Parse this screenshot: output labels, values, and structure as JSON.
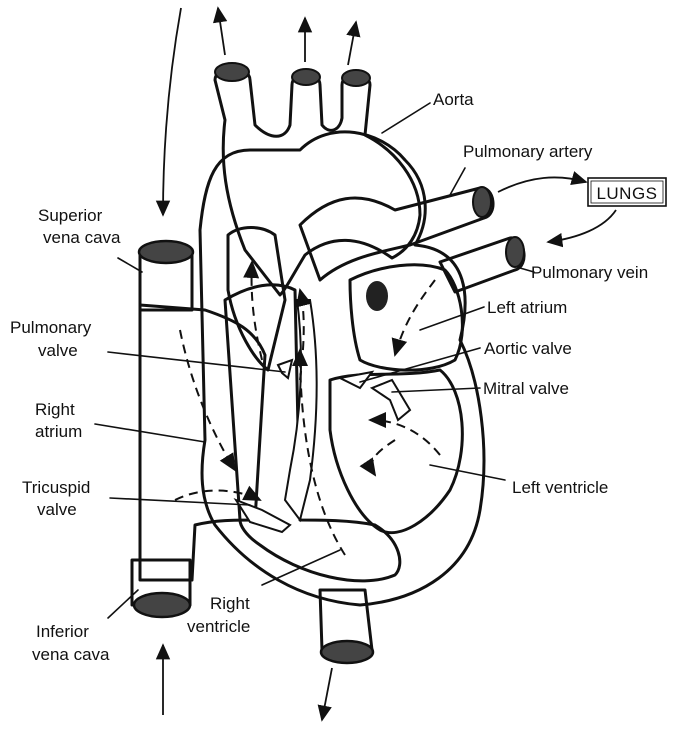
{
  "box": {
    "lungs": "LUNGS"
  },
  "labels": {
    "aorta": "Aorta",
    "pulmonary_artery": "Pulmonary artery",
    "pulmonary_vein": "Pulmonary vein",
    "left_atrium": "Left atrium",
    "aortic_valve": "Aortic valve",
    "mitral_valve": "Mitral valve",
    "left_ventricle": "Left ventricle",
    "superior_vena_cava_1": "Superior",
    "superior_vena_cava_2": "vena cava",
    "pulmonary_valve_1": "Pulmonary",
    "pulmonary_valve_2": "valve",
    "right_atrium_1": "Right",
    "right_atrium_2": "atrium",
    "tricuspid_valve_1": "Tricuspid",
    "tricuspid_valve_2": "valve",
    "right_ventricle_1": "Right",
    "right_ventricle_2": "ventricle",
    "inferior_vena_cava_1": "Inferior",
    "inferior_vena_cava_2": "vena cava"
  },
  "colors": {
    "deoxygenated": "#7a7a7a",
    "oxygenated": "#e6e6e6",
    "outline": "#111111"
  }
}
